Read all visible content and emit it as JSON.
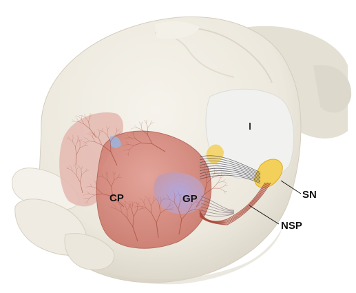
{
  "labels": {
    "cp": "CP",
    "gp": "GP",
    "sn": "SN",
    "nsp": "NSP"
  },
  "colors": {
    "brain": "#ede9de",
    "brain_shadow": "#d9d4c6",
    "striatum": "#d4867a",
    "vessels": "#9a3a2c",
    "globus_pallidus": "#a99ad0",
    "substantia_nigra": "#f3d05a",
    "thalamus": "#f1f1ef"
  }
}
